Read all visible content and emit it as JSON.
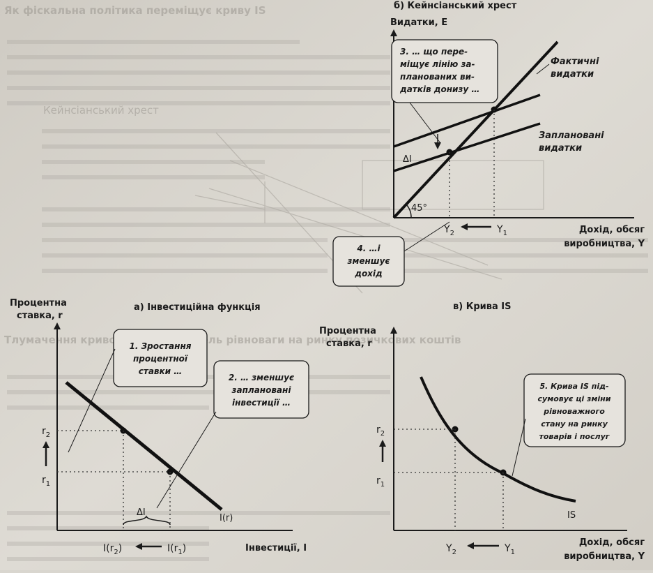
{
  "background_text": {
    "line1": "Як фіскальна політика переміщує криву IS",
    "line2": "Кейнсіанський хрест",
    "line3": "Тлумачення кривої IS через модель рівноваги на ринку позичкових коштів"
  },
  "panel_b": {
    "title": "б) Кейнсіанський хрест",
    "y_axis": "Видатки, E",
    "x_axis_line1": "Дохід, обсяг",
    "x_axis_line2": "виробництва, Y",
    "actual_line1": "Фактичні",
    "actual_line2": "видатки",
    "planned_line1": "Заплановані",
    "planned_line2": "видатки",
    "angle": "45°",
    "delta": "ΔI",
    "y2": "Y",
    "y2_sub": "2",
    "y1": "Y",
    "y1_sub": "1",
    "callout3": [
      "3. … що пере-",
      "міщує лінію за-",
      "планованих ви-",
      "датків донизу …"
    ],
    "callout4": [
      "4. …і",
      "зменшує",
      "дохід"
    ]
  },
  "panel_a": {
    "title": "а) Інвестиційна функція",
    "y_axis_line1": "Процентна",
    "y_axis_line2": "ставка, r",
    "x_axis": "Інвестиції, I",
    "r2": "r",
    "r2_sub": "2",
    "r1": "r",
    "r1_sub": "1",
    "curve": "I(r)",
    "delta": "ΔI",
    "ir2": "I(r",
    "ir2_sub": "2",
    "ir1": "I(r",
    "ir1_sub": "1",
    "close": ")",
    "callout1": [
      "1. Зростання",
      "процентної",
      "ставки …"
    ],
    "callout2": [
      "2. … зменшує",
      "заплановані",
      "інвестиції …"
    ]
  },
  "panel_c": {
    "title": "в) Крива IS",
    "y_axis_line1": "Процентна",
    "y_axis_line2": "ставка, r",
    "x_axis_line1": "Дохід, обсяг",
    "x_axis_line2": "виробництва, Y",
    "r2": "r",
    "r2_sub": "2",
    "r1": "r",
    "r1_sub": "1",
    "curve": "IS",
    "y2": "Y",
    "y2_sub": "2",
    "y1": "Y",
    "y1_sub": "1",
    "callout5": [
      "5. Крива IS під-",
      "сумовує ці зміни",
      "рівноважного",
      "стану на ринку",
      "товарів і послуг"
    ]
  }
}
